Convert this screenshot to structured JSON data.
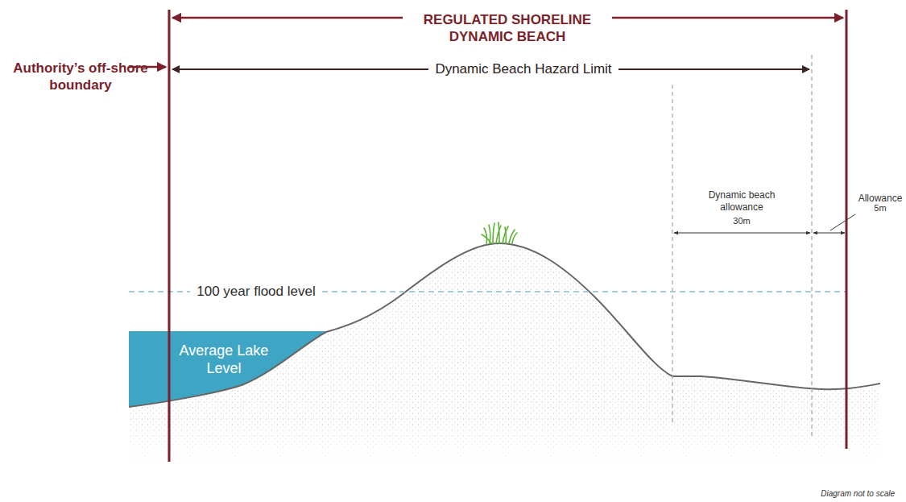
{
  "diagram": {
    "labels": [
      "REGULATED SHORELINE DYNAMIC BEACH",
      "Authority’s off-shore boundary",
      "Dynamic Beach Hazard Limit",
      "Dynamic beach allowance",
      "30m",
      "Allowance",
      "5m",
      "100 year flood level",
      "Average Lake Level",
      "Diagram not to scale"
    ]
  }
}
